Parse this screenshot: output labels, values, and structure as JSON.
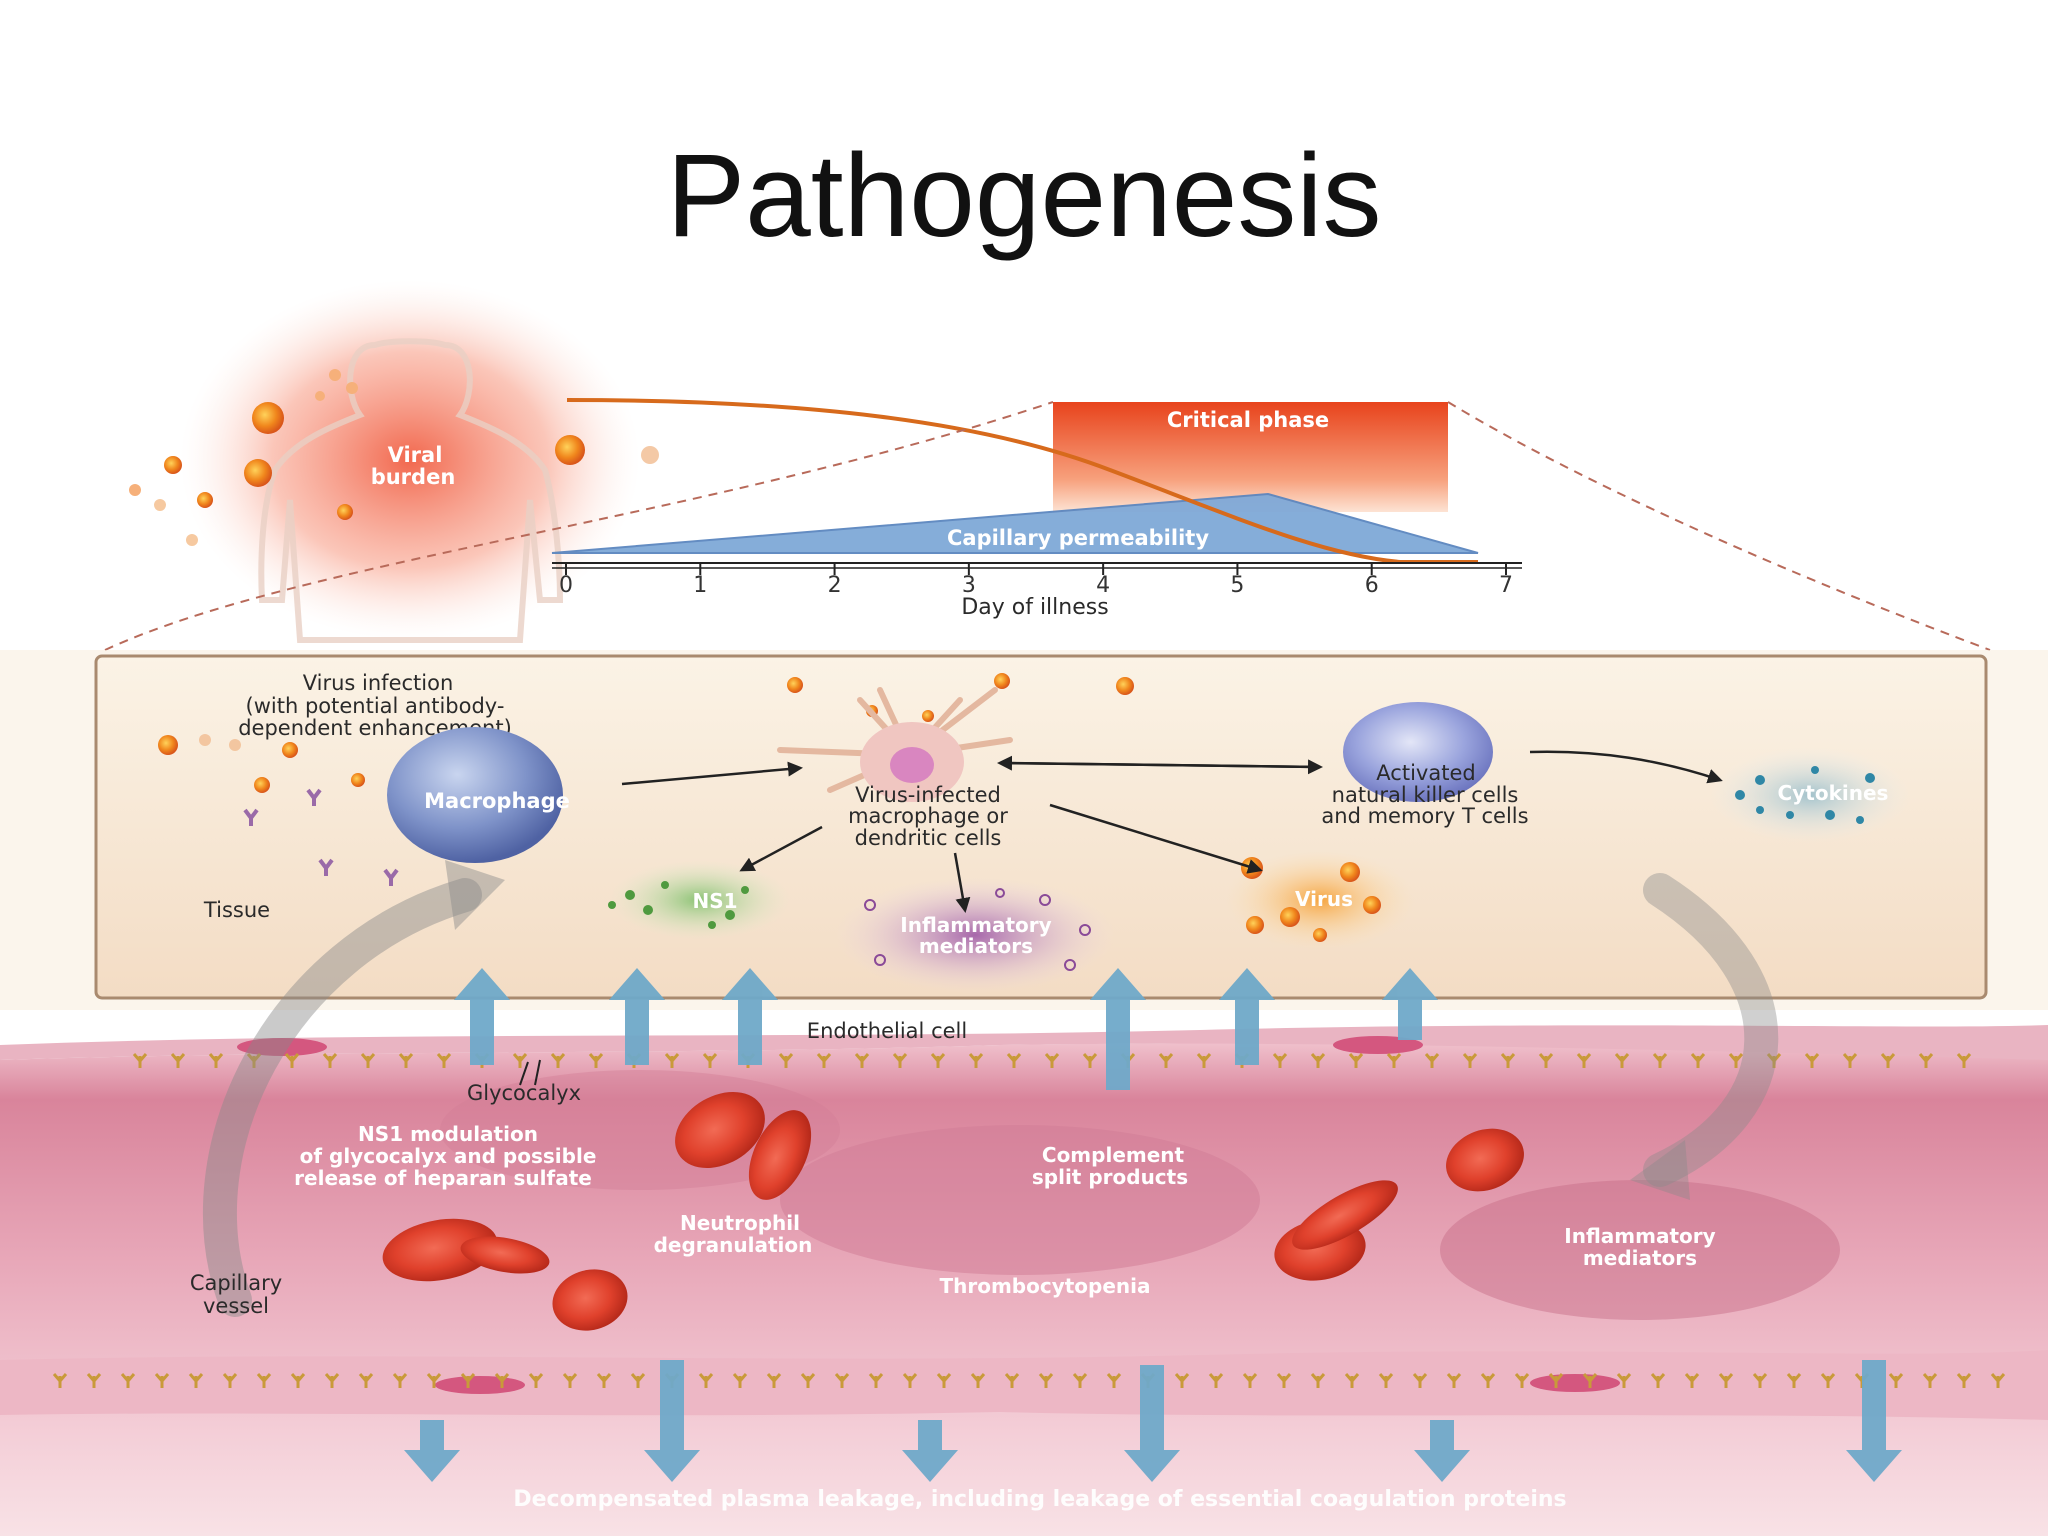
{
  "slide": {
    "title": "Pathogenesis"
  },
  "timeline": {
    "viral_burden_label": [
      "Viral",
      "burden"
    ],
    "critical_phase_label": "Critical phase",
    "capillary_permeability_label": "Capillary permeability",
    "axis_label": "Day of illness",
    "ticks": [
      "0",
      "1",
      "2",
      "3",
      "4",
      "5",
      "6",
      "7"
    ]
  },
  "tissue": {
    "virus_infection_label": [
      "Virus infection",
      "(with potential antibody-",
      "dependent enhancement)"
    ],
    "macrophage_label": "Macrophage",
    "infected_cells_label": [
      "Virus-infected",
      "macrophage or",
      "dendritic cells"
    ],
    "nk_cells_label": [
      "Activated",
      "natural killer cells",
      "and memory T cells"
    ],
    "cytokines_label": "Cytokines",
    "ns1_label": "NS1",
    "inflammatory_label": [
      "Inflammatory",
      "mediators"
    ],
    "virus_label": "Virus",
    "tissue_label": "Tissue"
  },
  "vessel": {
    "endothelial_label": "Endothelial cell",
    "glycocalyx_label": "Glycocalyx",
    "ns1_modulation_label": [
      "NS1 modulation",
      "of glycocalyx and possible",
      "release of heparan sulfate"
    ],
    "complement_label": [
      "Complement",
      "split products"
    ],
    "neutrophil_label": [
      "Neutrophil",
      "degranulation"
    ],
    "thrombocytopenia_label": "Thrombocytopenia",
    "inflammatory_label": [
      "Inflammatory",
      "mediators"
    ],
    "capillary_label": [
      "Capillary",
      "vessel"
    ],
    "leakage_label": "Decompensated plasma leakage, including leakage of essential coagulation proteins"
  }
}
